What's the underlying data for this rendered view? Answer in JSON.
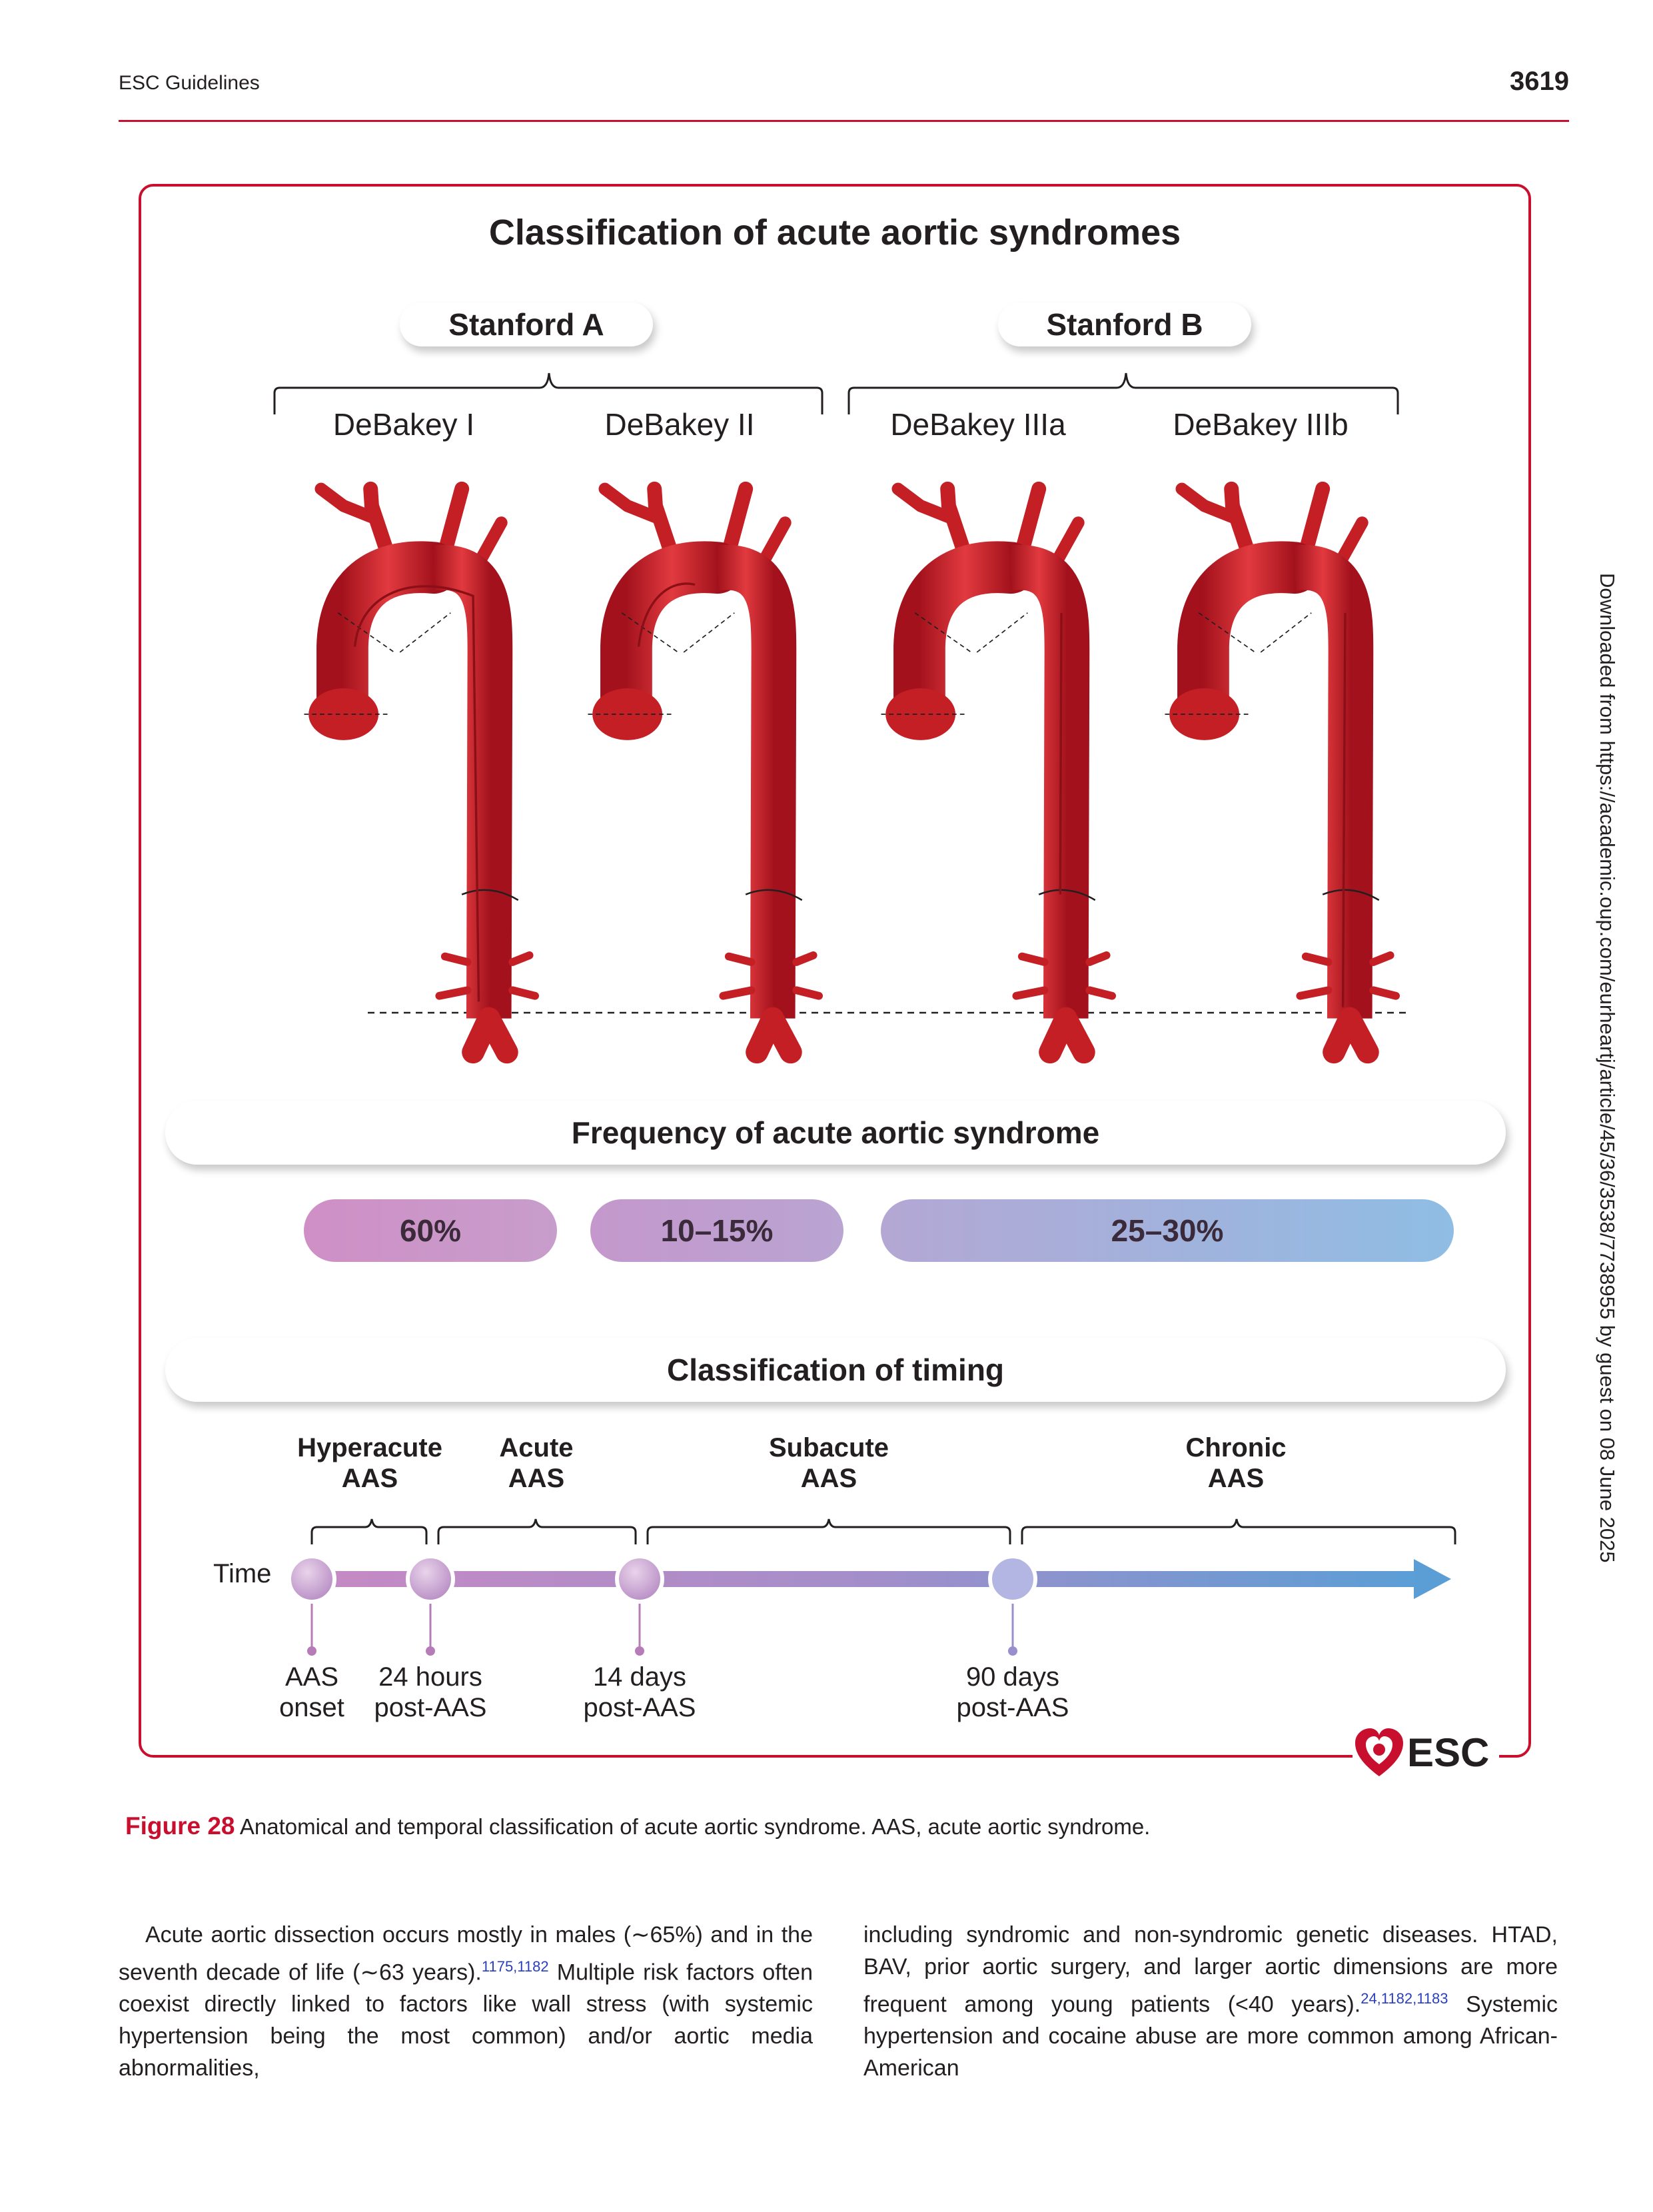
{
  "header": {
    "running_head": "ESC Guidelines",
    "page_number": "3619"
  },
  "figure": {
    "title": "Classification of acute aortic syndromes",
    "stanford": [
      "Stanford A",
      "Stanford B"
    ],
    "debakey": [
      "DeBakey I",
      "DeBakey II",
      "DeBakey IIIa",
      "DeBakey IIIb"
    ],
    "frequency_title": "Frequency of acute aortic syndrome",
    "frequencies": [
      "60%",
      "10–15%",
      "25–30%"
    ],
    "timing_title": "Classification of timing",
    "phases": [
      {
        "line1": "Hyperacute",
        "line2": "AAS"
      },
      {
        "line1": "Acute",
        "line2": "AAS"
      },
      {
        "line1": "Subacute",
        "line2": "AAS"
      },
      {
        "line1": "Chronic",
        "line2": "AAS"
      }
    ],
    "time_label": "Time",
    "timepoints": [
      {
        "line1": "AAS",
        "line2": "onset"
      },
      {
        "line1": "24 hours",
        "line2": "post-AAS"
      },
      {
        "line1": "14 days",
        "line2": "post-AAS"
      },
      {
        "line1": "90 days",
        "line2": "post-AAS"
      }
    ],
    "logo_text": "ESC",
    "colors": {
      "frame": "#c8102e",
      "aorta": "#d7262d",
      "timeline_start": "#c68ac4",
      "timeline_end": "#5b9ed6"
    }
  },
  "caption": {
    "label": "Figure 28",
    "text": "Anatomical and temporal classification of acute aortic syndrome. AAS, acute aortic syndrome."
  },
  "body": {
    "left": {
      "p1": "Acute aortic dissection occurs mostly in males (∼65%) and in the seventh decade of life (∼63 years).",
      "ref1": "1175,1182",
      "p2": " Multiple risk factors often coexist directly linked to factors like wall stress (with systemic hypertension being the most common) and/or aortic media abnormalities,"
    },
    "right": {
      "p1": "including syndromic and non-syndromic genetic diseases. HTAD, BAV, prior aortic surgery, and larger aortic dimensions are more frequent among young patients (<40 years).",
      "ref1": "24,1182,1183",
      "p2": " Systemic hypertension and cocaine abuse are more common among African-American"
    }
  },
  "side_note": "Downloaded from https://academic.oup.com/eurheartj/article/45/36/3538/7738955 by guest on 08 June 2025"
}
